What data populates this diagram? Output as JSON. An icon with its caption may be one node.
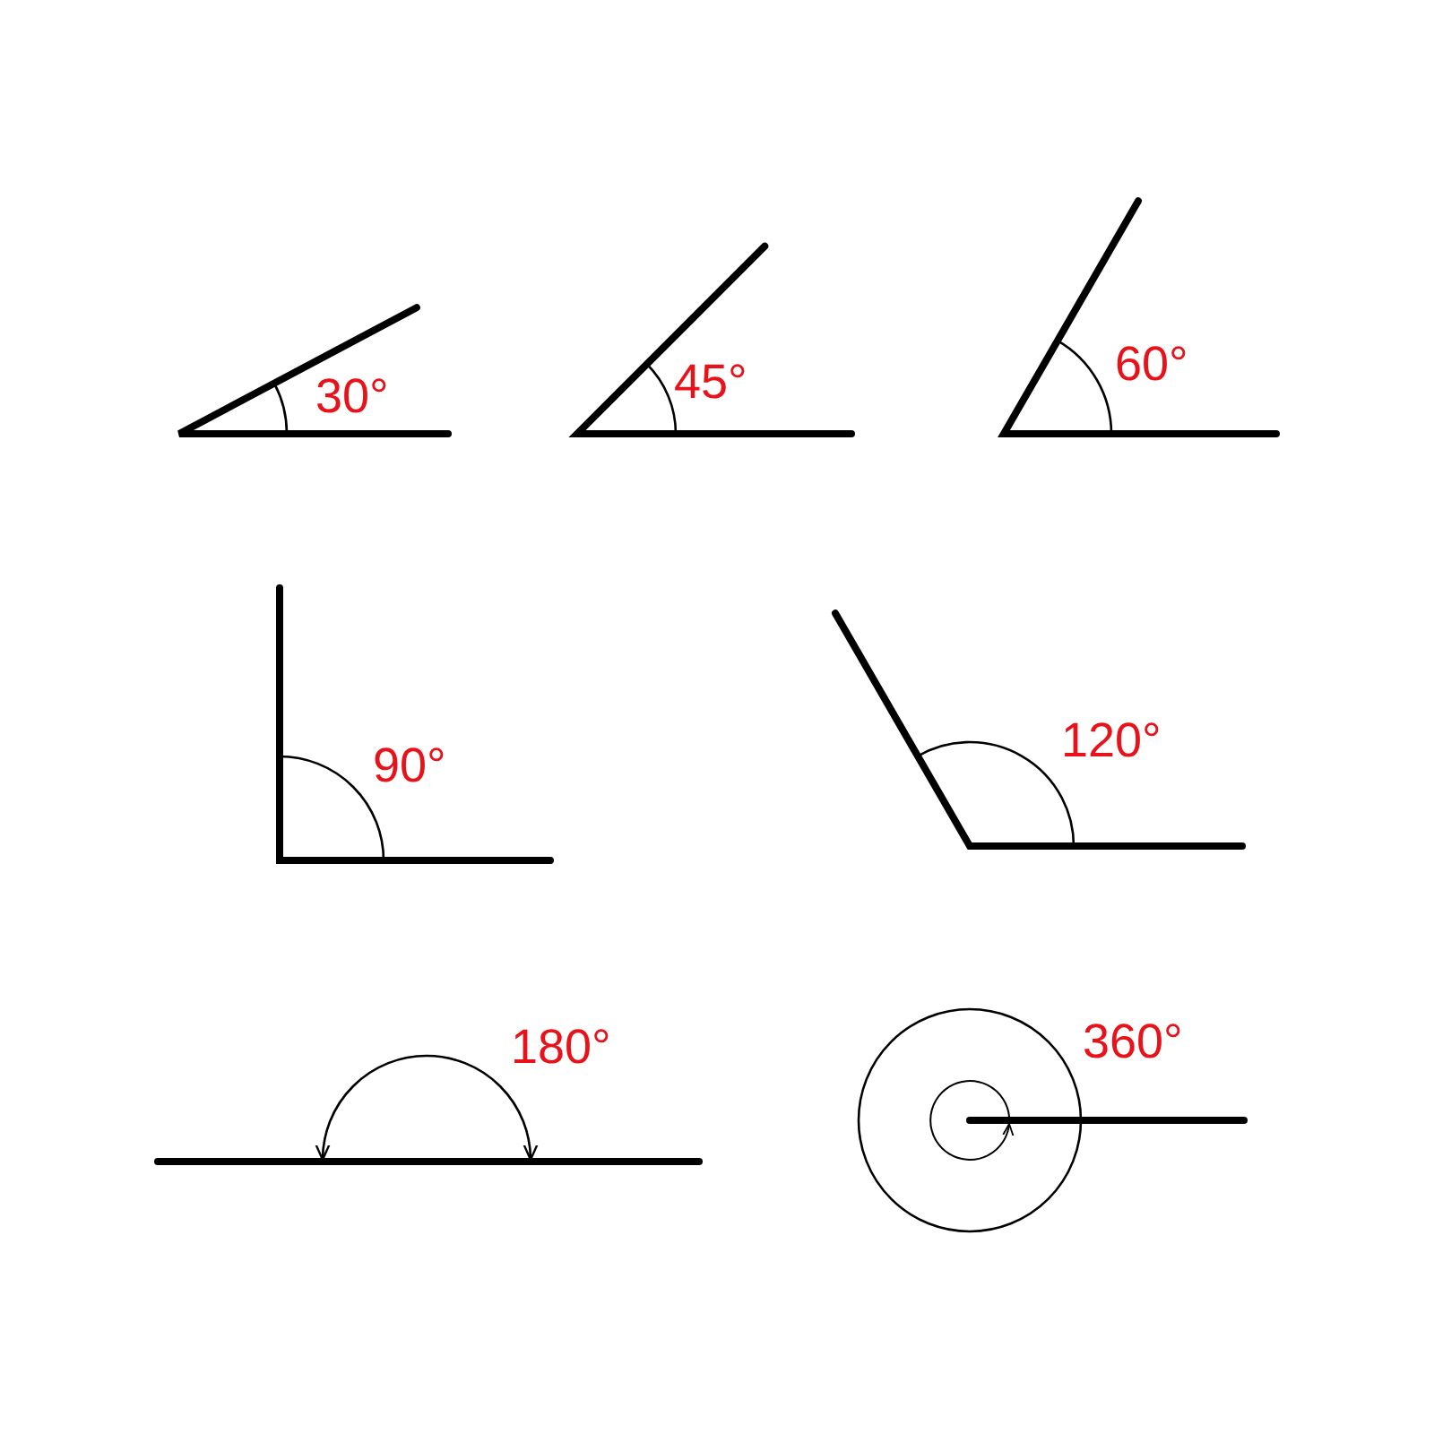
{
  "diagram": {
    "labels": [
      "30°",
      "45°",
      "60°",
      "90°",
      "120°",
      "180°",
      "360°"
    ]
  }
}
